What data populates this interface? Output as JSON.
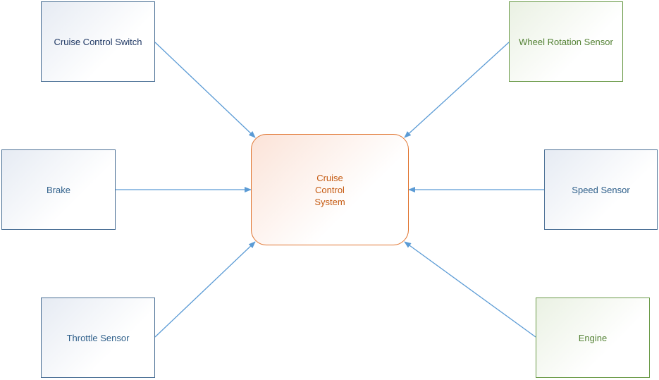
{
  "center": {
    "label": "Cruise\nControl\nSystem",
    "text_color": "#c55a11"
  },
  "nodes": [
    {
      "key": "cruise_control_switch",
      "label": "Cruise Control Switch",
      "style": "blue",
      "text_color": "#1f3864"
    },
    {
      "key": "brake",
      "label": "Brake",
      "style": "blue",
      "text_color": "#2e5f8a"
    },
    {
      "key": "throttle_sensor",
      "label": "Throttle Sensor",
      "style": "blue",
      "text_color": "#2e5f8a"
    },
    {
      "key": "wheel_rotation_sensor",
      "label": "Wheel Rotation Sensor",
      "style": "green",
      "text_color": "#548235"
    },
    {
      "key": "speed_sensor",
      "label": "Speed Sensor",
      "style": "blue",
      "text_color": "#2e5f8a"
    },
    {
      "key": "engine",
      "label": "Engine",
      "style": "green",
      "text_color": "#548235"
    }
  ],
  "arrow_color": "#5b9bd5"
}
